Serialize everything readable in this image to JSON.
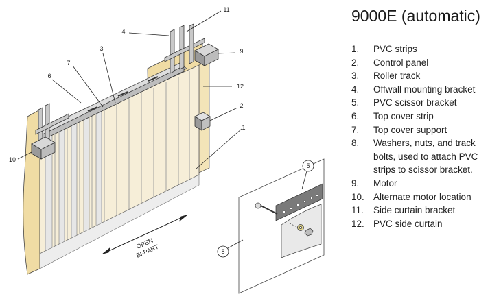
{
  "title": "9000E (automatic)",
  "legend": [
    {
      "num": "1.",
      "text": "PVC strips"
    },
    {
      "num": "2.",
      "text": "Control panel"
    },
    {
      "num": "3.",
      "text": "Roller track"
    },
    {
      "num": "4.",
      "text": "Offwall mounting bracket"
    },
    {
      "num": "5.",
      "text": "PVC scissor bracket"
    },
    {
      "num": "6.",
      "text": "Top cover strip"
    },
    {
      "num": "7.",
      "text": "Top cover support"
    },
    {
      "num": "8.",
      "text": "Washers, nuts, and track bolts, used to attach PVC strips to scissor bracket."
    },
    {
      "num": "9.",
      "text": "Motor"
    },
    {
      "num": "10.",
      "text": "Alternate motor location"
    },
    {
      "num": "11.",
      "text": "Side curtain bracket"
    },
    {
      "num": "12.",
      "text": "PVC side curtain"
    }
  ],
  "callouts": {
    "c1": "1",
    "c2": "2",
    "c3": "3",
    "c4": "4",
    "c5": "5",
    "c6": "6",
    "c7": "7",
    "c8": "8",
    "c9": "9",
    "c10": "10",
    "c11": "11",
    "c12": "12"
  },
  "arrow_label": {
    "line1": "OPEN",
    "line2": "BI-PART"
  },
  "colors": {
    "curtain": "#f3e9cf",
    "wall": "#f0dca4",
    "metal": "#c9c9c9",
    "dark": "#5a5a5a"
  }
}
